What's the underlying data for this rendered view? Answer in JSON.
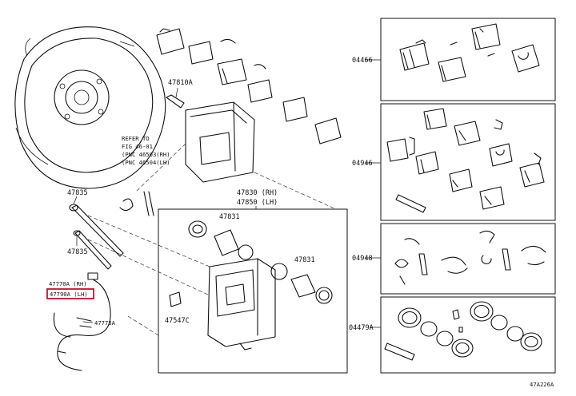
{
  "labels": {
    "p04466": "04466",
    "p04946": "04946",
    "p04948": "04948",
    "p04479a": "04479A",
    "p47810a": "47810A",
    "refer1": "REFER TO",
    "refer2": "FIG 46-01",
    "refer3": "(PNC 46503(RH)",
    "refer4": "(PNC 46504(LH)",
    "p47830": "47830 (RH)",
    "p47850": "47850 (LH)",
    "p47831a": "47831",
    "p47831b": "47831",
    "p47835a": "47835",
    "p47835b": "47835",
    "p47770a": "47770A (RH)",
    "p47790a": "47790A (LH)",
    "p47773a": "47773A",
    "p47547c": "47547C",
    "ref_code": "47A226A"
  },
  "colors": {
    "highlight": "#c8102e",
    "line": "#111111"
  }
}
